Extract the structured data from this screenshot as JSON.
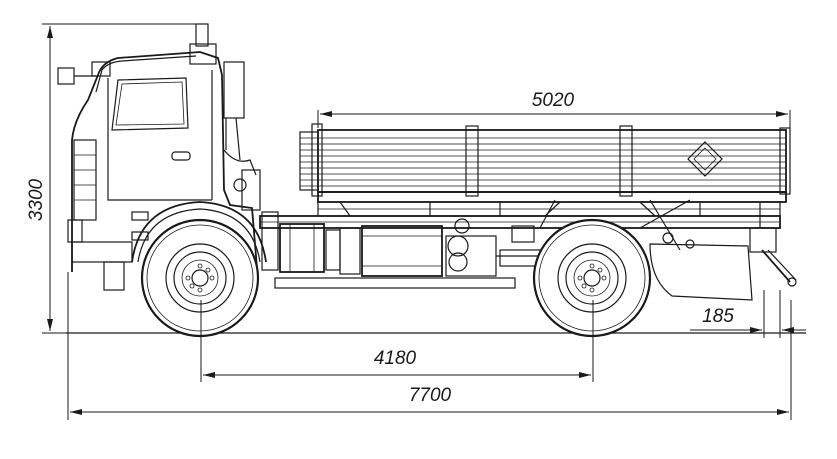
{
  "dimensions": {
    "platform_length": "5020",
    "height": "3300",
    "wheelbase": "4180",
    "overall_length": "7700",
    "rear_offset": "185"
  },
  "colors": {
    "line": "#1a1a1a",
    "background": "#ffffff"
  }
}
